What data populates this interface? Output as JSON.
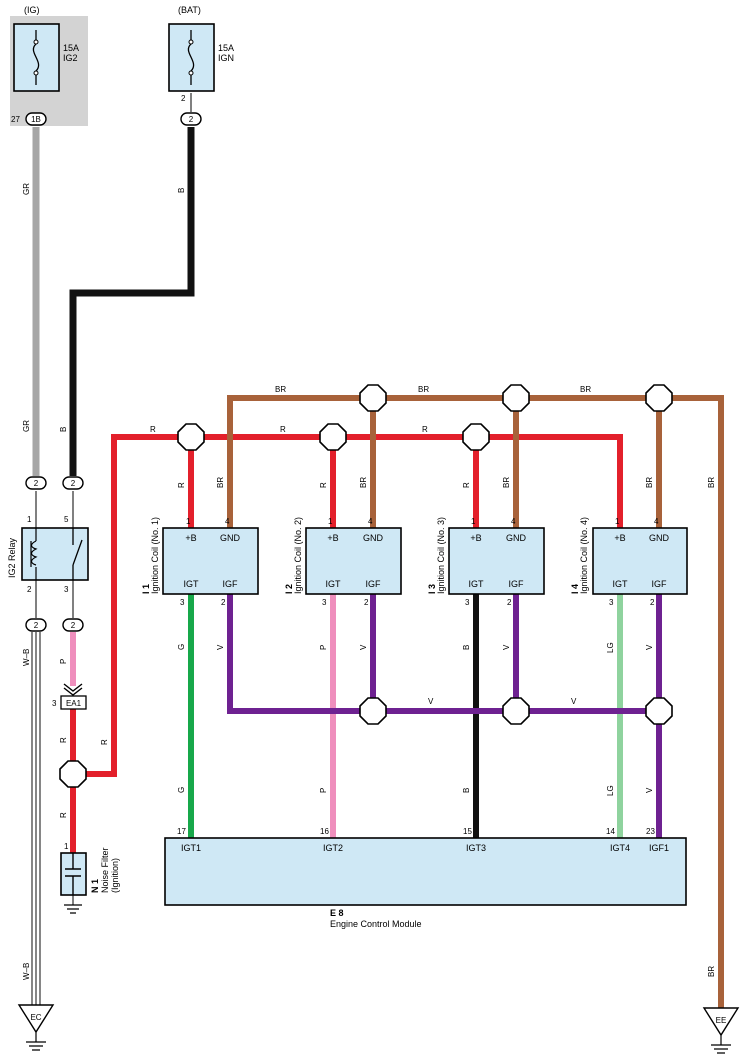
{
  "colors": {
    "GR": "#a6a6a6",
    "B": "#111111",
    "R": "#e3202b",
    "BR": "#a8623a",
    "G": "#17a84a",
    "P": "#ef8fbd",
    "V": "#6e2191",
    "LG": "#8fd39e",
    "W-B": "#222222",
    "box_fill": "#cfe8f5",
    "ig_bg": "#d3d3d3"
  },
  "sources": {
    "ig": {
      "supply": "(IG)",
      "rating": "15A",
      "name": "IG2",
      "pin": "27",
      "connector": "1B"
    },
    "bat": {
      "supply": "(BAT)",
      "rating": "15A",
      "name": "IGN",
      "pin": "2",
      "connector": "2"
    }
  },
  "relay": {
    "name": "IG2 Relay",
    "pins": {
      "p1": "1",
      "p2": "2",
      "p3": "3",
      "p5": "5"
    },
    "conn_top_left": "2",
    "conn_top_right": "2",
    "conn_bottom_left": "2",
    "conn_bottom_right": "2"
  },
  "ea1": {
    "pin": "3",
    "label": "EA1"
  },
  "noise_filter": {
    "code": "N 1",
    "name": "Noise Filter",
    "sub": "(Ignition)",
    "pin": "1"
  },
  "coils": [
    {
      "code": "I 1",
      "name": "Ignition Coil (No. 1)",
      "b": "+B",
      "gnd": "GND",
      "igt": "IGT",
      "igf": "IGF",
      "pb": "1",
      "pgnd": "4",
      "pigt": "3",
      "pigf": "2",
      "w_b": "R",
      "w_gnd": "BR",
      "w_igt": "G",
      "w_igf": "V"
    },
    {
      "code": "I 2",
      "name": "Ignition Coil (No. 2)",
      "b": "+B",
      "gnd": "GND",
      "igt": "IGT",
      "igf": "IGF",
      "pb": "1",
      "pgnd": "4",
      "pigt": "3",
      "pigf": "2",
      "w_b": "R",
      "w_gnd": "BR",
      "w_igt": "P",
      "w_igf": "V"
    },
    {
      "code": "I 3",
      "name": "Ignition Coil (No. 3)",
      "b": "+B",
      "gnd": "GND",
      "igt": "IGT",
      "igf": "IGF",
      "pb": "1",
      "pgnd": "4",
      "pigt": "3",
      "pigf": "2",
      "w_b": "R",
      "w_gnd": "BR",
      "w_igt": "B",
      "w_igf": "V"
    },
    {
      "code": "I 4",
      "name": "Ignition Coil (No. 4)",
      "b": "+B",
      "gnd": "GND",
      "igt": "IGT",
      "igf": "IGF",
      "pb": "1",
      "pgnd": "4",
      "pigt": "3",
      "pigf": "2",
      "w_b": "R",
      "w_gnd": "BR",
      "w_igt": "LG",
      "w_igf": "V"
    }
  ],
  "ecm": {
    "code": "E 8",
    "name": "Engine Control Module",
    "pins": [
      {
        "label": "IGT1",
        "num": "17",
        "wire": "G"
      },
      {
        "label": "IGT2",
        "num": "16",
        "wire": "P"
      },
      {
        "label": "IGT3",
        "num": "15",
        "wire": "B"
      },
      {
        "label": "IGT4",
        "num": "14",
        "wire": "LG"
      },
      {
        "label": "IGF1",
        "num": "23",
        "wire": "V"
      }
    ]
  },
  "wire_labels": {
    "gr": "GR",
    "b": "B",
    "r": "R",
    "br": "BR",
    "v": "V",
    "p": "P",
    "wb": "W–B",
    "g": "G",
    "lg": "LG"
  },
  "grounds": {
    "left": "EC",
    "right": "EE"
  }
}
